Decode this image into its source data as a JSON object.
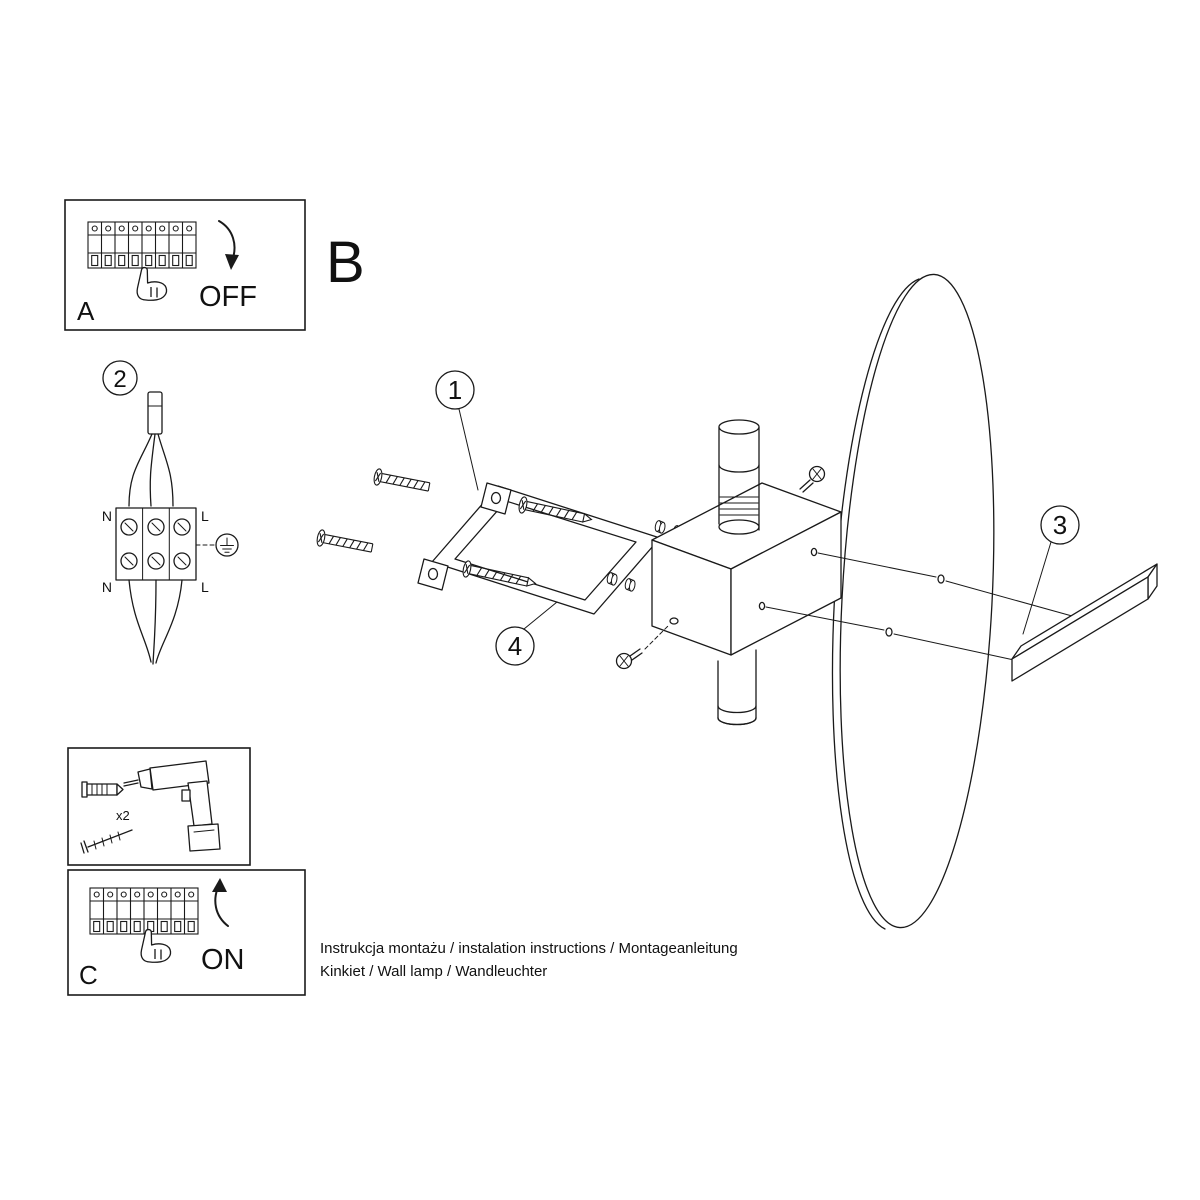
{
  "labels": {
    "section_b": "B",
    "panel_a": "A",
    "panel_c": "C",
    "off": "OFF",
    "on": "ON",
    "x2": "x2"
  },
  "callouts": {
    "c1": "1",
    "c2": "2",
    "c3": "3",
    "c4": "4"
  },
  "wiring": {
    "n_top": "N",
    "l_top": "L",
    "n_bottom": "N",
    "l_bottom": "L"
  },
  "icons": {
    "hand": "pointing-hand",
    "arrow_off": "curved-arrow-down",
    "arrow_on": "curved-arrow-up",
    "earth": "earth-ground-symbol"
  },
  "footer": {
    "line1": "Instrukcja montażu / instalation instructions / Montageanleitung",
    "line2": "Kinkiet / Wall lamp / Wandleuchter"
  }
}
